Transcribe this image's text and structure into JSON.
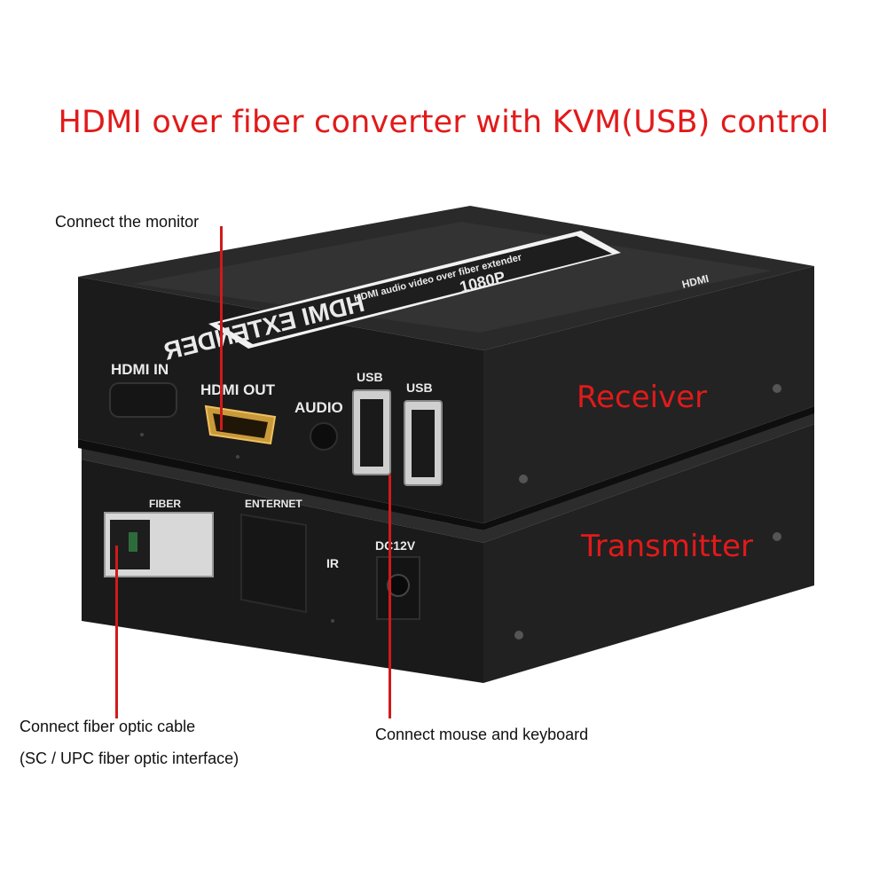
{
  "title": "HDMI over fiber converter with KVM(USB) control",
  "callouts": {
    "monitor": "Connect the monitor",
    "fiber_line1": "Connect fiber optic cable",
    "fiber_line2": "(SC / UPC fiber optic interface)",
    "usb": "Connect mouse and keyboard"
  },
  "labels": {
    "receiver": "Receiver",
    "transmitter": "Transmitter"
  },
  "receiver_panel": {
    "hdmi_in": "HDMI IN",
    "hdmi_out": "HDMI OUT",
    "audio": "AUDIO",
    "usb1": "USB",
    "usb2": "USB"
  },
  "transmitter_panel": {
    "fiber": "FIBER",
    "ethernet": "ENTERNET",
    "ir": "IR",
    "dc": "DC12V"
  },
  "top_label": {
    "brand": "HDMI EXTENDER",
    "resolution": "1080P",
    "subtitle": "HDMI audio video over fiber extender",
    "logo": "HDMI"
  },
  "colors": {
    "accent_red": "#e21a1a",
    "device_black": "#1c1c1c"
  }
}
